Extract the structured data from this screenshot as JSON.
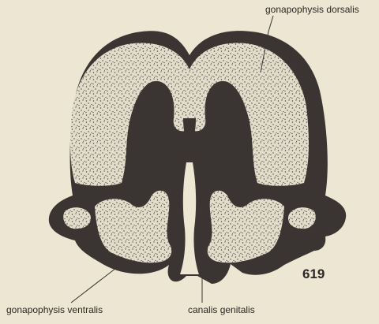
{
  "labels": {
    "gonapophysis_dorsalis": "gonapophysis dorsalis",
    "gonapophysis_ventralis": "gonapophysis ventralis",
    "canalis_genitalis": "canalis genitalis"
  },
  "figure_number": "619",
  "colors": {
    "background": "#ece6d2",
    "outline": "#3a3432",
    "stipple_fill": "#e2dccb",
    "dots": "#4a4340"
  }
}
